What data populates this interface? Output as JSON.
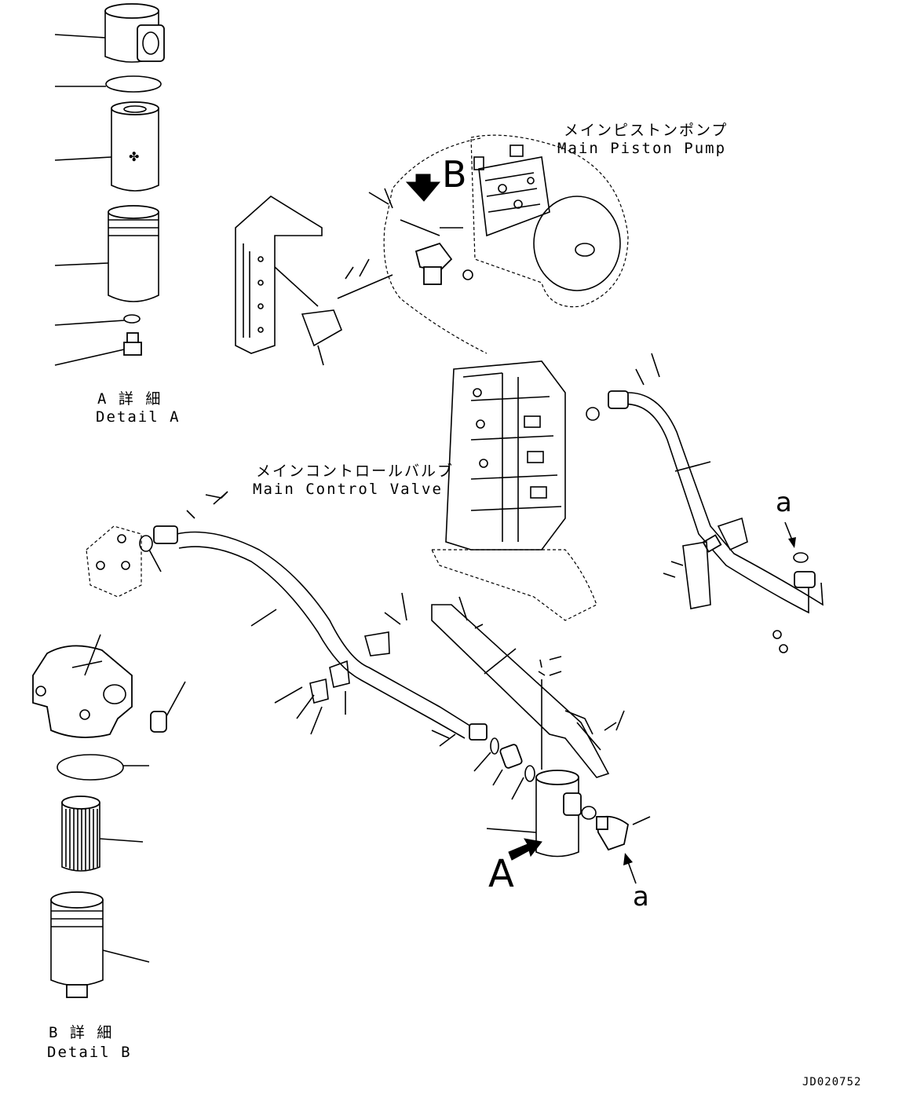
{
  "labels": {
    "pump_jp": "メインピストンポンプ",
    "pump_en": "Main Piston Pump",
    "valve_jp": "メインコントロールバルブ",
    "valve_en": "Main Control Valve",
    "detail_a_jp": "A 詳 細",
    "detail_a_en": "Detail A",
    "detail_b_jp": "B 詳 細",
    "detail_b_en": "Detail B",
    "view_a": "A",
    "view_b": "B",
    "ref_a_upper": "a",
    "ref_a_lower": "a",
    "drawing_number": "JD020752"
  },
  "icons": [
    "arrow-view-a-icon",
    "arrow-view-b-icon",
    "arrow-ref-a-upper-icon",
    "arrow-ref-a-lower-icon"
  ]
}
